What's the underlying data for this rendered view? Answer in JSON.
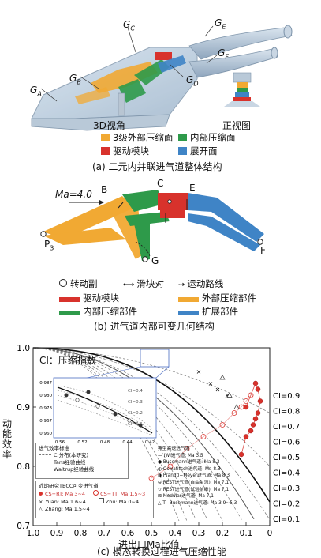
{
  "panel_a": {
    "labels": {
      "GA": "G",
      "GA_sub": "A",
      "GB": "G",
      "GB_sub": "B",
      "GC": "G",
      "GC_sub": "C",
      "GD": "G",
      "GD_sub": "D",
      "GE": "G",
      "GE_sub": "E",
      "GF": "G",
      "GF_sub": "F"
    },
    "view_3d": "3D视角",
    "view_front": "正视图",
    "legend": [
      {
        "label": "3级外部压缩面",
        "color": "#f1a933"
      },
      {
        "label": "内部压缩面",
        "color": "#2e9a4a"
      },
      {
        "label": "驱动模块",
        "color": "#d8322c"
      },
      {
        "label": "展开面",
        "color": "#3f84c6"
      }
    ],
    "caption": "(a) 二元内并联进气道整体结构"
  },
  "panel_b": {
    "ma_label": "Ma=4.0",
    "points": {
      "B": "B",
      "C": "C",
      "E": "E",
      "P3": "P",
      "P3_sub": "3",
      "G": "G",
      "F": "F"
    },
    "legend": [
      {
        "label": "转动副",
        "kind": "pivot"
      },
      {
        "label": "滑块对",
        "kind": "slider"
      },
      {
        "label": "运动路线",
        "kind": "path"
      },
      {
        "label": "驱动模块",
        "kind": "bar",
        "color": "#d8322c"
      },
      {
        "label": "外部压缩部件",
        "kind": "bar",
        "color": "#f1a933"
      },
      {
        "label": "内部压缩部件",
        "kind": "bar",
        "color": "#2e9a4a"
      },
      {
        "label": "扩展部件",
        "kind": "bar",
        "color": "#3f84c6"
      }
    ],
    "caption": "(b) 进气道内部可变几何结构"
  },
  "panel_c": {
    "caption": "(c) 模态转换过程进气压缩性能",
    "chart_data": {
      "type": "scatter",
      "xlabel": "进出口Ma比值",
      "ylabel": "动能效率",
      "xlim": [
        1.0,
        0.0
      ],
      "ylim": [
        0.7,
        1.0
      ],
      "xticks": [
        "1.0",
        "0.9",
        "0.8",
        "0.7",
        "0.6",
        "0.5",
        "0.4",
        "0.3",
        "0.2",
        "0.1",
        "0"
      ],
      "yticks": [
        "0.7",
        "0.8",
        "0.9",
        "1.0"
      ],
      "inset_title": "CI：压缩指数",
      "ci_labels": [
        "CI=0.9",
        "CI=0.8",
        "CI=0.7",
        "CI=0.6",
        "CI=0.5",
        "CI=0.4",
        "CI=0.3",
        "CI=0.2",
        "CI=0.1"
      ],
      "inset": {
        "xticks": [
          "0.56",
          "0.52",
          "0.48",
          "0.44",
          "0.42"
        ],
        "yticks": [
          "0.987",
          "0.980",
          "0.973",
          "0.967",
          "0.960"
        ],
        "ci_labels": [
          "CI=0.4",
          "CI=0.3",
          "CI=0.2",
          "CI=0.1"
        ]
      },
      "legend_left": {
        "header": "进气效率标准",
        "items": [
          "CI分布(本研究)",
          "Tans经验曲线",
          "Waltrup经验曲线"
        ]
      },
      "legend_left2": {
        "header": "近期研究TBCC可变进气道",
        "items": [
          {
            "label": "CS−RT: Ma 3~4"
          },
          {
            "label": "CS−TT: Ma 1.5~3"
          },
          {
            "label": "Yuan: Ma 1.6~4"
          },
          {
            "label": "Zhu: Ma 0~4"
          },
          {
            "label": "Zhang: Ma 1.5~4"
          }
        ]
      },
      "legend_right": {
        "header": "典型高速进气道",
        "items": [
          "IWI进气道: Ma 3.5",
          "Busemann进气道: Ma 8.3",
          "Oswatitsch进气道: Ma 8.3",
          "Prandtl−Meyer进气道: Ma 8.3",
          "REST进气道(自由射流): Ma 7.1",
          "REST进气道(试验前缘): Ma 7.1",
          "Modular进气道: Ma 7.1",
          "T−Busemann进气道: Ma 3.9~5.3"
        ]
      },
      "series": [
        {
          "name": "CS−RT: Ma 3~4",
          "marker": "filled-circle-red",
          "x": [
            0.12,
            0.1,
            0.08,
            0.07,
            0.06,
            0.05,
            0.04,
            0.05,
            0.06,
            0.08,
            0.1
          ],
          "y": [
            0.82,
            0.85,
            0.86,
            0.87,
            0.88,
            0.89,
            0.91,
            0.93,
            0.94,
            0.92,
            0.9
          ]
        },
        {
          "name": "CS−TT: Ma 1.5~3",
          "marker": "open-circle-red",
          "x": [
            0.5,
            0.42,
            0.35,
            0.28,
            0.2,
            0.15,
            0.12,
            0.1,
            0.08
          ],
          "y": [
            0.78,
            0.8,
            0.83,
            0.85,
            0.87,
            0.89,
            0.9,
            0.91,
            0.92
          ]
        },
        {
          "name": "Yuan: Ma 1.6~4",
          "marker": "x",
          "x": [
            0.3,
            0.25,
            0.22,
            0.18
          ],
          "y": [
            0.96,
            0.94,
            0.93,
            0.92
          ]
        },
        {
          "name": "Zhang: Ma 1.5~4",
          "marker": "triangle",
          "x": [
            0.2,
            0.17,
            0.14
          ],
          "y": [
            0.95,
            0.92,
            0.9
          ]
        }
      ]
    }
  }
}
